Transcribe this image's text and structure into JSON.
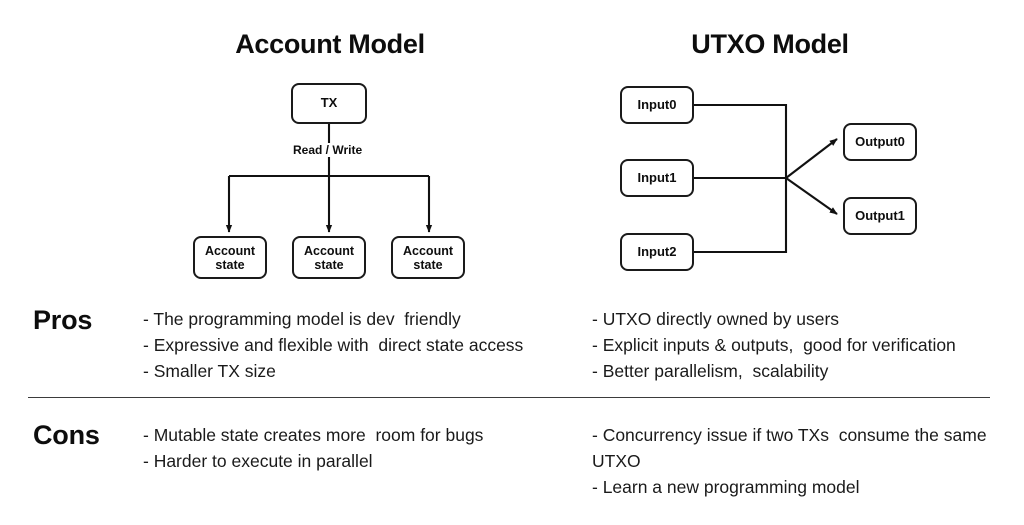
{
  "models": {
    "account": {
      "title": "Account Model",
      "nodes": {
        "tx": "TX",
        "account_state_0": "Account\nstate",
        "account_state_1": "Account\nstate",
        "account_state_2": "Account\nstate"
      },
      "edge_label": "Read / Write"
    },
    "utxo": {
      "title": "UTXO Model",
      "nodes": {
        "input_0": "Input0",
        "input_1": "Input1",
        "input_2": "Input2",
        "output_0": "Output0",
        "output_1": "Output1"
      }
    }
  },
  "comparison": {
    "pros_label": "Pros",
    "cons_label": "Cons",
    "pros": {
      "account": [
        "- The programming model is dev  friendly",
        "- Expressive and flexible with  direct state access",
        "- Smaller TX size"
      ],
      "utxo": [
        "- UTXO directly owned by users",
        "- Explicit inputs & outputs,  good for verification",
        "- Better parallelism,  scalability"
      ]
    },
    "cons": {
      "account": [
        "- Mutable state creates more  room for bugs",
        "- Harder to execute in parallel"
      ],
      "utxo": [
        "- Concurrency issue if two TXs  consume the same UTXO",
        "- Learn a new programming model"
      ]
    }
  },
  "colors": {
    "background": "#ffffff",
    "stroke": "#1a1a1a",
    "text": "#0d0d0d",
    "divider": "#3b3b3b"
  }
}
